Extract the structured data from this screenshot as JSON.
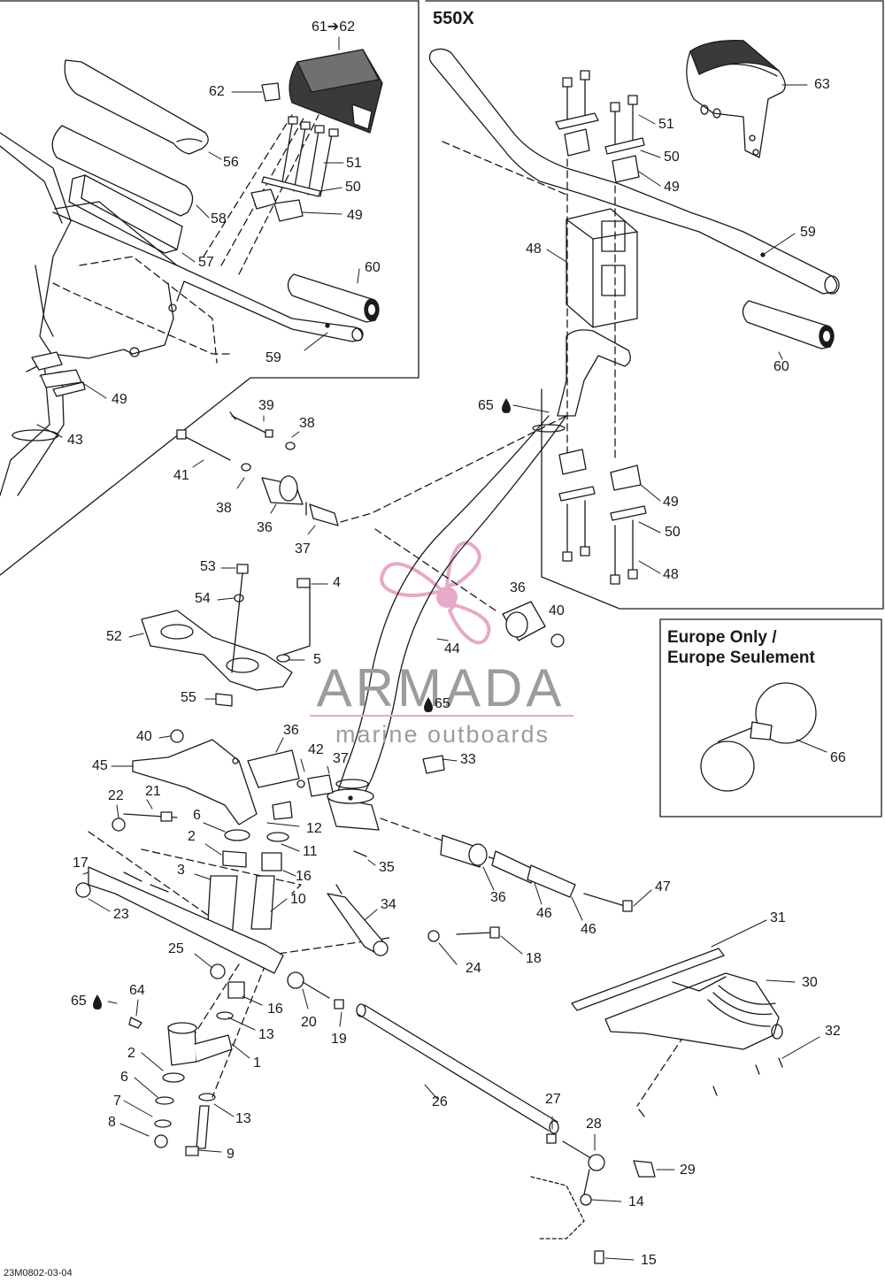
{
  "panel_top_right_title": "550X",
  "europe_box_title_line1": "Europe Only /",
  "europe_box_title_line2": "Europe Seulement",
  "drawing_code": "23M0802-03-04",
  "watermark": {
    "brand": "ARMADA",
    "tagline": "marine outboards",
    "accent_color": "#e7a9c8"
  },
  "callouts": {
    "c61_62": "61➔62",
    "c62": "62",
    "c56": "56",
    "c51a": "51",
    "c50a": "50",
    "c49a": "49",
    "c58": "58",
    "c57": "57",
    "c60a": "60",
    "c59a": "59",
    "c49b": "49",
    "c43": "43",
    "c63": "63",
    "c51b": "51",
    "c50b": "50",
    "c49c": "49",
    "c48a": "48",
    "c59b": "59",
    "c60b": "60",
    "c65a": "65",
    "c49d": "49",
    "c50c": "50",
    "c48b": "48",
    "c39": "39",
    "c38a": "38",
    "c41": "41",
    "c38b": "38",
    "c36a": "36",
    "c37a": "37",
    "c53": "53",
    "c4": "4",
    "c54": "54",
    "c52": "52",
    "c5": "5",
    "c55": "55",
    "c36b": "36",
    "c40a": "40",
    "c44": "44",
    "c65b": "65",
    "c40b": "40",
    "c36c": "36",
    "c45": "45",
    "c42": "42",
    "c37b": "37",
    "c33": "33",
    "c22": "22",
    "c21": "21",
    "c6a": "6",
    "c12": "12",
    "c2a": "2",
    "c11": "11",
    "c35": "35",
    "c17": "17",
    "c3": "3",
    "c16a": "16",
    "c23": "23",
    "c10": "10",
    "c36d": "36",
    "c46a": "46",
    "c47": "47",
    "c34": "34",
    "c46b": "46",
    "c25": "25",
    "c24": "24",
    "c18": "18",
    "c31": "31",
    "c30": "30",
    "c65c": "65",
    "c64": "64",
    "c16b": "16",
    "c20": "20",
    "c19": "19",
    "c13a": "13",
    "c2b": "2",
    "c1": "1",
    "c32": "32",
    "c6b": "6",
    "c26": "26",
    "c27": "27",
    "c7": "7",
    "c13b": "13",
    "c28": "28",
    "c8": "8",
    "c9": "9",
    "c29": "29",
    "c14": "14",
    "c15": "15",
    "c66": "66"
  }
}
